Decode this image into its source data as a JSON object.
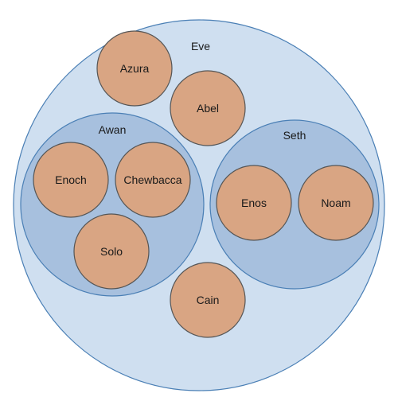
{
  "root": {
    "label": "Eve",
    "children": [
      {
        "label": "Azura"
      },
      {
        "label": "Abel"
      },
      {
        "label": "Awan",
        "children": [
          {
            "label": "Enoch"
          },
          {
            "label": "Chewbacca"
          },
          {
            "label": "Solo"
          }
        ]
      },
      {
        "label": "Seth",
        "children": [
          {
            "label": "Enos"
          },
          {
            "label": "Noam"
          }
        ]
      },
      {
        "label": "Cain"
      }
    ]
  },
  "colors": {
    "outer_fill": "#cfdff0",
    "group_fill": "#a7c0de",
    "leaf_fill": "#d9a583",
    "group_stroke": "#4a7fb5",
    "leaf_stroke": "#555555"
  }
}
